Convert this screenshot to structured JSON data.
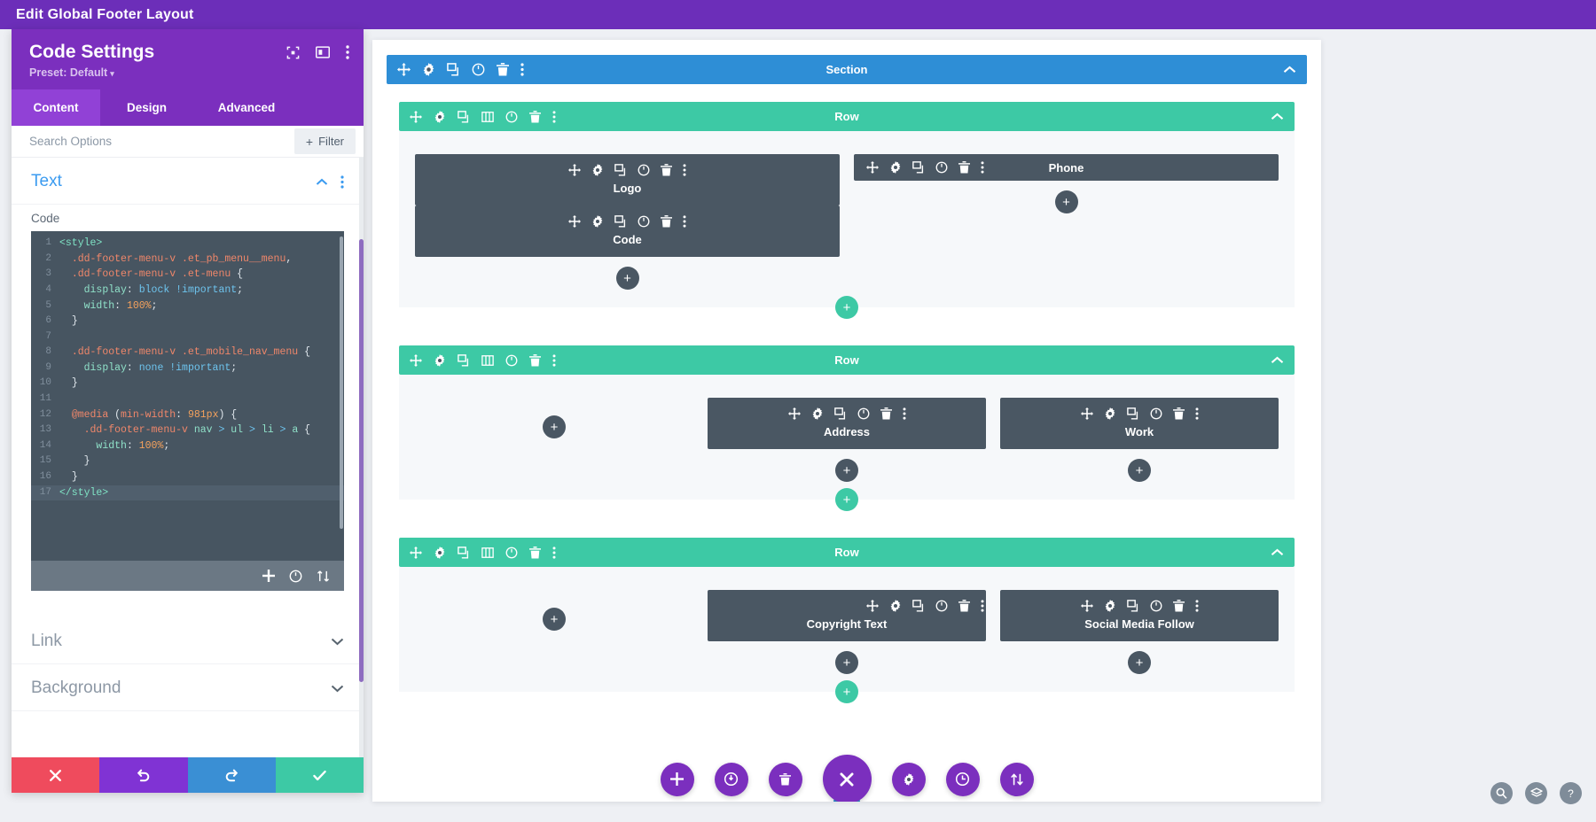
{
  "topbar": {
    "title": "Edit Global Footer Layout"
  },
  "panel": {
    "title": "Code Settings",
    "preset": "Preset: Default",
    "preset_caret": "▾",
    "head_icons": [
      "fullscreen-icon",
      "layout-icon",
      "more-vertical-icon"
    ],
    "tabs": [
      {
        "label": "Content",
        "active": true
      },
      {
        "label": "Design",
        "active": false
      },
      {
        "label": "Advanced",
        "active": false
      }
    ],
    "search": {
      "placeholder": "Search Options",
      "value": ""
    },
    "filter": {
      "label": "Filter",
      "plus": "+"
    },
    "sections": [
      {
        "name": "Text",
        "state": "expanded"
      },
      {
        "name": "Link",
        "state": "collapsed"
      },
      {
        "name": "Background",
        "state": "collapsed"
      }
    ],
    "code_field": {
      "label": "Code",
      "lines": [
        {
          "n": "1",
          "tokens": [
            {
              "t": "<style>",
              "c": "tok-tag"
            }
          ]
        },
        {
          "n": "2",
          "tokens": [
            {
              "t": "  .dd-footer-menu-v .et_pb_menu__menu",
              "c": "tok-sel"
            },
            {
              "t": ",",
              "c": "tok-punct"
            }
          ]
        },
        {
          "n": "3",
          "tokens": [
            {
              "t": "  .dd-footer-menu-v .et-menu ",
              "c": "tok-sel"
            },
            {
              "t": "{",
              "c": "tok-punct"
            }
          ]
        },
        {
          "n": "4",
          "tokens": [
            {
              "t": "    display",
              "c": "tok-prop"
            },
            {
              "t": ": ",
              "c": "tok-punct"
            },
            {
              "t": "block !important",
              "c": "tok-val"
            },
            {
              "t": ";",
              "c": "tok-punct"
            }
          ]
        },
        {
          "n": "5",
          "tokens": [
            {
              "t": "    width",
              "c": "tok-prop"
            },
            {
              "t": ": ",
              "c": "tok-punct"
            },
            {
              "t": "100%",
              "c": "tok-num"
            },
            {
              "t": ";",
              "c": "tok-punct"
            }
          ]
        },
        {
          "n": "6",
          "tokens": [
            {
              "t": "  }",
              "c": "tok-punct"
            }
          ]
        },
        {
          "n": "7",
          "tokens": [
            {
              "t": "",
              "c": "tok-plain"
            }
          ]
        },
        {
          "n": "8",
          "tokens": [
            {
              "t": "  .dd-footer-menu-v .et_mobile_nav_menu ",
              "c": "tok-sel"
            },
            {
              "t": "{",
              "c": "tok-punct"
            }
          ]
        },
        {
          "n": "9",
          "tokens": [
            {
              "t": "    display",
              "c": "tok-prop"
            },
            {
              "t": ": ",
              "c": "tok-punct"
            },
            {
              "t": "none !important",
              "c": "tok-val"
            },
            {
              "t": ";",
              "c": "tok-punct"
            }
          ]
        },
        {
          "n": "10",
          "tokens": [
            {
              "t": "  }",
              "c": "tok-punct"
            }
          ]
        },
        {
          "n": "11",
          "tokens": [
            {
              "t": "",
              "c": "tok-plain"
            }
          ]
        },
        {
          "n": "12",
          "tokens": [
            {
              "t": "  @media ",
              "c": "tok-at"
            },
            {
              "t": "(",
              "c": "tok-punct"
            },
            {
              "t": "min-width",
              "c": "tok-sel"
            },
            {
              "t": ": ",
              "c": "tok-punct"
            },
            {
              "t": "981px",
              "c": "tok-num"
            },
            {
              "t": ") {",
              "c": "tok-punct"
            }
          ]
        },
        {
          "n": "13",
          "tokens": [
            {
              "t": "    .dd-footer-menu-v ",
              "c": "tok-sel"
            },
            {
              "t": "nav",
              "c": "tok-prop"
            },
            {
              "t": " > ",
              "c": "tok-val"
            },
            {
              "t": "ul",
              "c": "tok-prop"
            },
            {
              "t": " > ",
              "c": "tok-val"
            },
            {
              "t": "li",
              "c": "tok-prop"
            },
            {
              "t": " > ",
              "c": "tok-val"
            },
            {
              "t": "a",
              "c": "tok-prop"
            },
            {
              "t": " {",
              "c": "tok-punct"
            }
          ]
        },
        {
          "n": "14",
          "tokens": [
            {
              "t": "      width",
              "c": "tok-prop"
            },
            {
              "t": ": ",
              "c": "tok-punct"
            },
            {
              "t": "100%",
              "c": "tok-num"
            },
            {
              "t": ";",
              "c": "tok-punct"
            }
          ]
        },
        {
          "n": "15",
          "tokens": [
            {
              "t": "    }",
              "c": "tok-punct"
            }
          ]
        },
        {
          "n": "16",
          "tokens": [
            {
              "t": "  }",
              "c": "tok-punct"
            }
          ]
        },
        {
          "n": "17",
          "tokens": [
            {
              "t": "</style>",
              "c": "tok-tag"
            }
          ],
          "highlight": true
        }
      ],
      "toolbar_icons": [
        "add-icon",
        "power-icon",
        "sort-icon"
      ]
    },
    "footer_buttons": [
      {
        "name": "cancel",
        "icon": "close-icon"
      },
      {
        "name": "undo",
        "icon": "undo-icon"
      },
      {
        "name": "redo",
        "icon": "redo-icon"
      },
      {
        "name": "save",
        "icon": "check-icon"
      }
    ]
  },
  "canvas": {
    "section": {
      "label": "Section",
      "icons": [
        "move-icon",
        "gear-icon",
        "duplicate-icon",
        "power-icon",
        "trash-icon",
        "more-vertical-icon"
      ],
      "collapse_icon": "chevron-up-icon"
    },
    "row_icons": [
      "move-icon",
      "gear-icon",
      "duplicate-icon",
      "columns-icon",
      "power-icon",
      "trash-icon",
      "more-vertical-icon"
    ],
    "module_icons": [
      "move-icon",
      "gear-icon",
      "duplicate-icon",
      "power-icon",
      "trash-icon",
      "more-vertical-icon"
    ],
    "add_glyph": "+",
    "rows": [
      {
        "label": "Row",
        "columns": [
          {
            "type": "modules",
            "modules": [
              {
                "label": "Logo",
                "style": "stacked"
              },
              {
                "label": "Code",
                "style": "stacked"
              }
            ],
            "add_button": true
          },
          {
            "type": "modules",
            "modules": [
              {
                "label": "Phone",
                "style": "inline"
              }
            ],
            "add_button": true
          }
        ]
      },
      {
        "label": "Row",
        "columns": [
          {
            "type": "empty",
            "add_button": true
          },
          {
            "type": "modules",
            "modules": [
              {
                "label": "Address",
                "style": "stacked"
              }
            ],
            "add_button": true
          },
          {
            "type": "modules",
            "modules": [
              {
                "label": "Work",
                "style": "stacked"
              }
            ],
            "add_button": true
          }
        ]
      },
      {
        "label": "Row",
        "columns": [
          {
            "type": "empty",
            "add_button": true
          },
          {
            "type": "modules",
            "modules": [
              {
                "label": "Copyright Text",
                "style": "stacked-right"
              }
            ],
            "add_button": true
          },
          {
            "type": "modules",
            "modules": [
              {
                "label": "Social Media Follow",
                "style": "stacked"
              }
            ],
            "add_button": true
          }
        ]
      }
    ],
    "fab_toolbar": [
      {
        "name": "add-fab",
        "icon": "plus-icon",
        "size": "small"
      },
      {
        "name": "power-fab",
        "icon": "power-down-icon",
        "size": "small"
      },
      {
        "name": "trash-fab",
        "icon": "trash-icon",
        "size": "small"
      },
      {
        "name": "close-fab",
        "icon": "close-icon",
        "size": "large"
      },
      {
        "name": "settings-fab",
        "icon": "gear-icon",
        "size": "small"
      },
      {
        "name": "history-fab",
        "icon": "clock-icon",
        "size": "small"
      },
      {
        "name": "portability-fab",
        "icon": "sort-icon",
        "size": "small"
      }
    ],
    "fab_blue_tab": "+",
    "helpers": [
      {
        "name": "zoom-helper",
        "icon": "search-icon"
      },
      {
        "name": "layers-helper",
        "icon": "layers-icon"
      },
      {
        "name": "help-helper",
        "icon": "question-icon",
        "glyph": "?"
      }
    ]
  },
  "colors": {
    "purple": "#7b2fbe",
    "section_blue": "#2e8ed6",
    "row_green": "#3dc9a5",
    "module_slate": "#4a5763",
    "cancel_red": "#ef4b5d",
    "redo_blue": "#3a8fd4"
  }
}
